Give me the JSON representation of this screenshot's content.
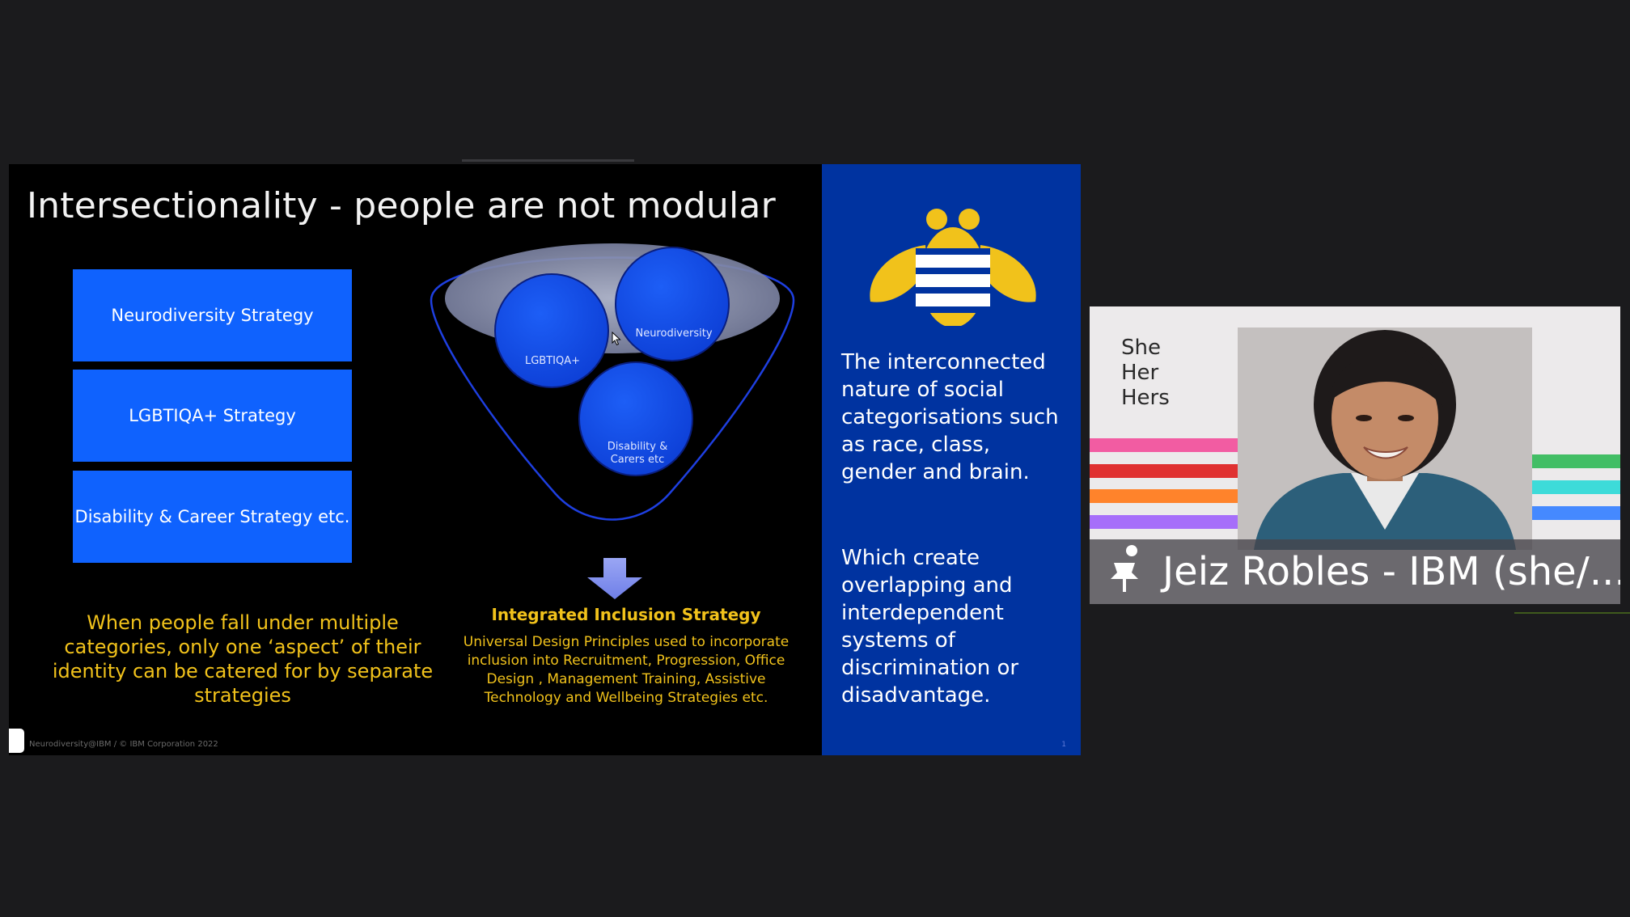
{
  "slide": {
    "title": "Intersectionality  - people are not modular",
    "strategies": [
      "Neurodiversity Strategy",
      "LGBTIQA+ Strategy",
      "Disability & Career Strategy etc."
    ],
    "left_caption": "When people fall under multiple categories, only one ‘aspect’ of their identity can be catered for by separate strategies",
    "funnel_labels": {
      "neurodiversity": "Neurodiversity",
      "lgbtiqa": "LGBTIQA+",
      "disability": "Disability & Carers etc"
    },
    "integrated_title": "Integrated Inclusion Strategy",
    "integrated_body": "Universal Design Principles used to incorporate inclusion into Recruitment, Progression, Office Design , Management Training, Assistive Technology and Wellbeing Strategies etc.",
    "footer": "Neurodiversity@IBM / © IBM Corporation 2022",
    "right_paragraph_1": "The interconnected nature of social categorisations such as race, class, gender and brain.",
    "right_paragraph_2": "Which create overlapping and interdependent systems of discrimination or disadvantage.",
    "page_number": "1"
  },
  "participant": {
    "pronouns": [
      "She",
      "Her",
      "Hers"
    ],
    "name": "Jeiz Robles - IBM (she/..."
  },
  "icons": {
    "logo": "ibm-bee-icon",
    "pin": "pin-icon",
    "cursor": "mouse-cursor-icon",
    "arrow": "down-arrow-icon"
  },
  "colors": {
    "ibm_blue": "#0f62fe",
    "slide_right_bg": "#0033a0",
    "yellow": "#f1c21b",
    "stripes": [
      "#f25ca2",
      "#e03131",
      "#ff832b",
      "#42be65",
      "#3ddbd9",
      "#4589ff"
    ]
  }
}
